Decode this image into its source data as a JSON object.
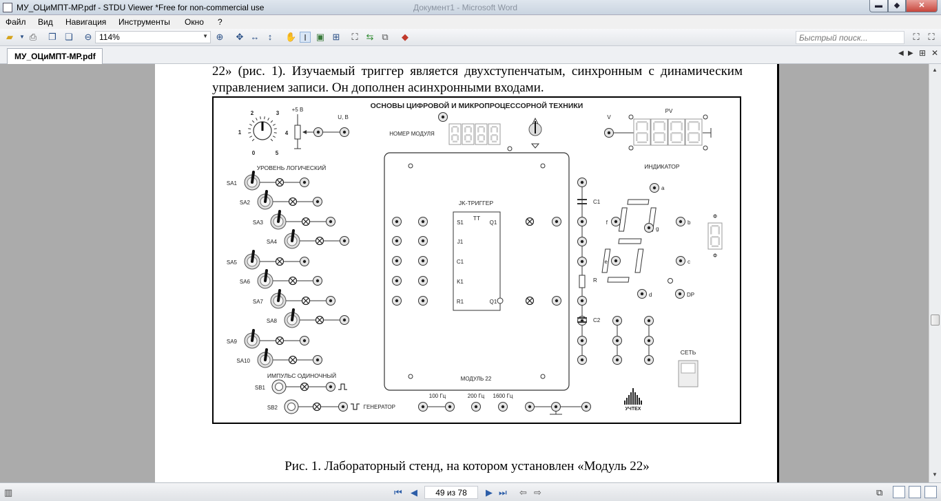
{
  "window": {
    "title": "МУ_ОЦиМПТ-МР.pdf - STDU Viewer *Free for non-commercial use",
    "ghost_title": "Документ1 - Microsoft Word",
    "min": "▬",
    "max": "◆",
    "close": "✕"
  },
  "menu": [
    "Файл",
    "Вид",
    "Навигация",
    "Инструменты",
    "Окно",
    "?"
  ],
  "toolbar": {
    "zoom": "114%",
    "search_placeholder": "Быстрый поиск..."
  },
  "tab": {
    "label": "МУ_ОЦиМПТ-МР.pdf"
  },
  "document": {
    "paragraph": "22» (рис. 1). Изучаемый триггер является двухступенчатым, синхронным с динамическим управлением записи. Он дополнен асинхронными входами.",
    "caption": "Рис. 1. Лабораторный стенд, на котором установлен «Модуль 22»"
  },
  "stand": {
    "title": "ОСНОВЫ ЦИФРОВОЙ И МИКРОПРОЦЕССОРНОЙ ТЕХНИКИ",
    "dial": {
      "marks": [
        "0",
        "1",
        "2",
        "3",
        "4",
        "5"
      ]
    },
    "plus5": "+5 В",
    "u_label": "U, В",
    "module_number": "НОМЕР МОДУЛЯ",
    "logic_level": "УРОВЕНЬ ЛОГИЧЕСКИЙ",
    "switches": [
      "SA1",
      "SA2",
      "SA3",
      "SA4",
      "SA5",
      "SA6",
      "SA7",
      "SA8",
      "SA9",
      "SA10"
    ],
    "pulse": "ИМПУЛЬС ОДИНОЧНЫЙ",
    "sb1": "SB1",
    "sb2": "SB2",
    "jk_title": "JK-ТРИГГЕР",
    "tt": "TT",
    "pins_in": [
      "S1",
      "J1",
      "C1",
      "K1",
      "R1"
    ],
    "pins_out": [
      "Q1",
      "Q1"
    ],
    "module22": "МОДУЛЬ 22",
    "c1": "C1",
    "r": "R",
    "c2": "C2",
    "v": "V",
    "pv": "PV",
    "indicator": "ИНДИКАТОР",
    "segments": [
      "a",
      "b",
      "c",
      "d",
      "e",
      "f",
      "g",
      "DP"
    ],
    "phi": "Ф",
    "network": "СЕТЬ",
    "generator": "ГЕНЕРАТОР",
    "freqs": [
      "100 Гц",
      "200 Гц",
      "1600 Гц"
    ],
    "logo": "УЧТЕХ"
  },
  "status": {
    "page": "49 из 78"
  }
}
